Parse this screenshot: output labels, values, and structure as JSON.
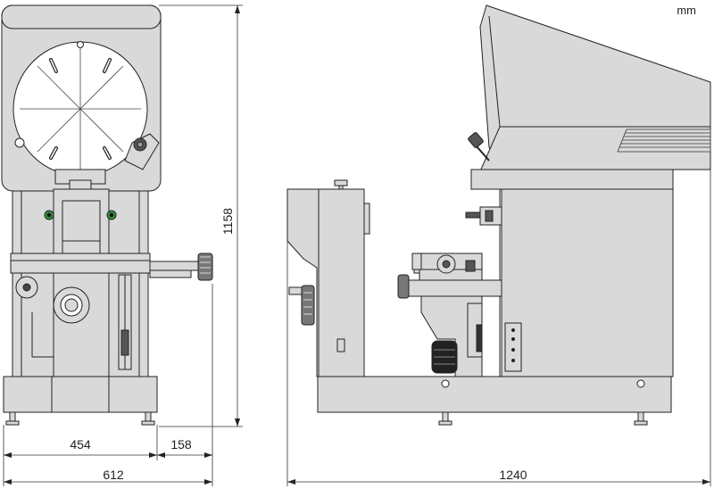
{
  "unit_label": "mm",
  "dimensions": {
    "front_width": "612",
    "base_width": "454",
    "handwheel_offset": "158",
    "height": "1158",
    "side_length": "1240"
  },
  "colors": {
    "body_fill": "#d9d9d9",
    "screen_fill": "#ffffff",
    "line": "#222222",
    "dark_part": "#333333",
    "indicator_green": "#2e9e3e"
  }
}
